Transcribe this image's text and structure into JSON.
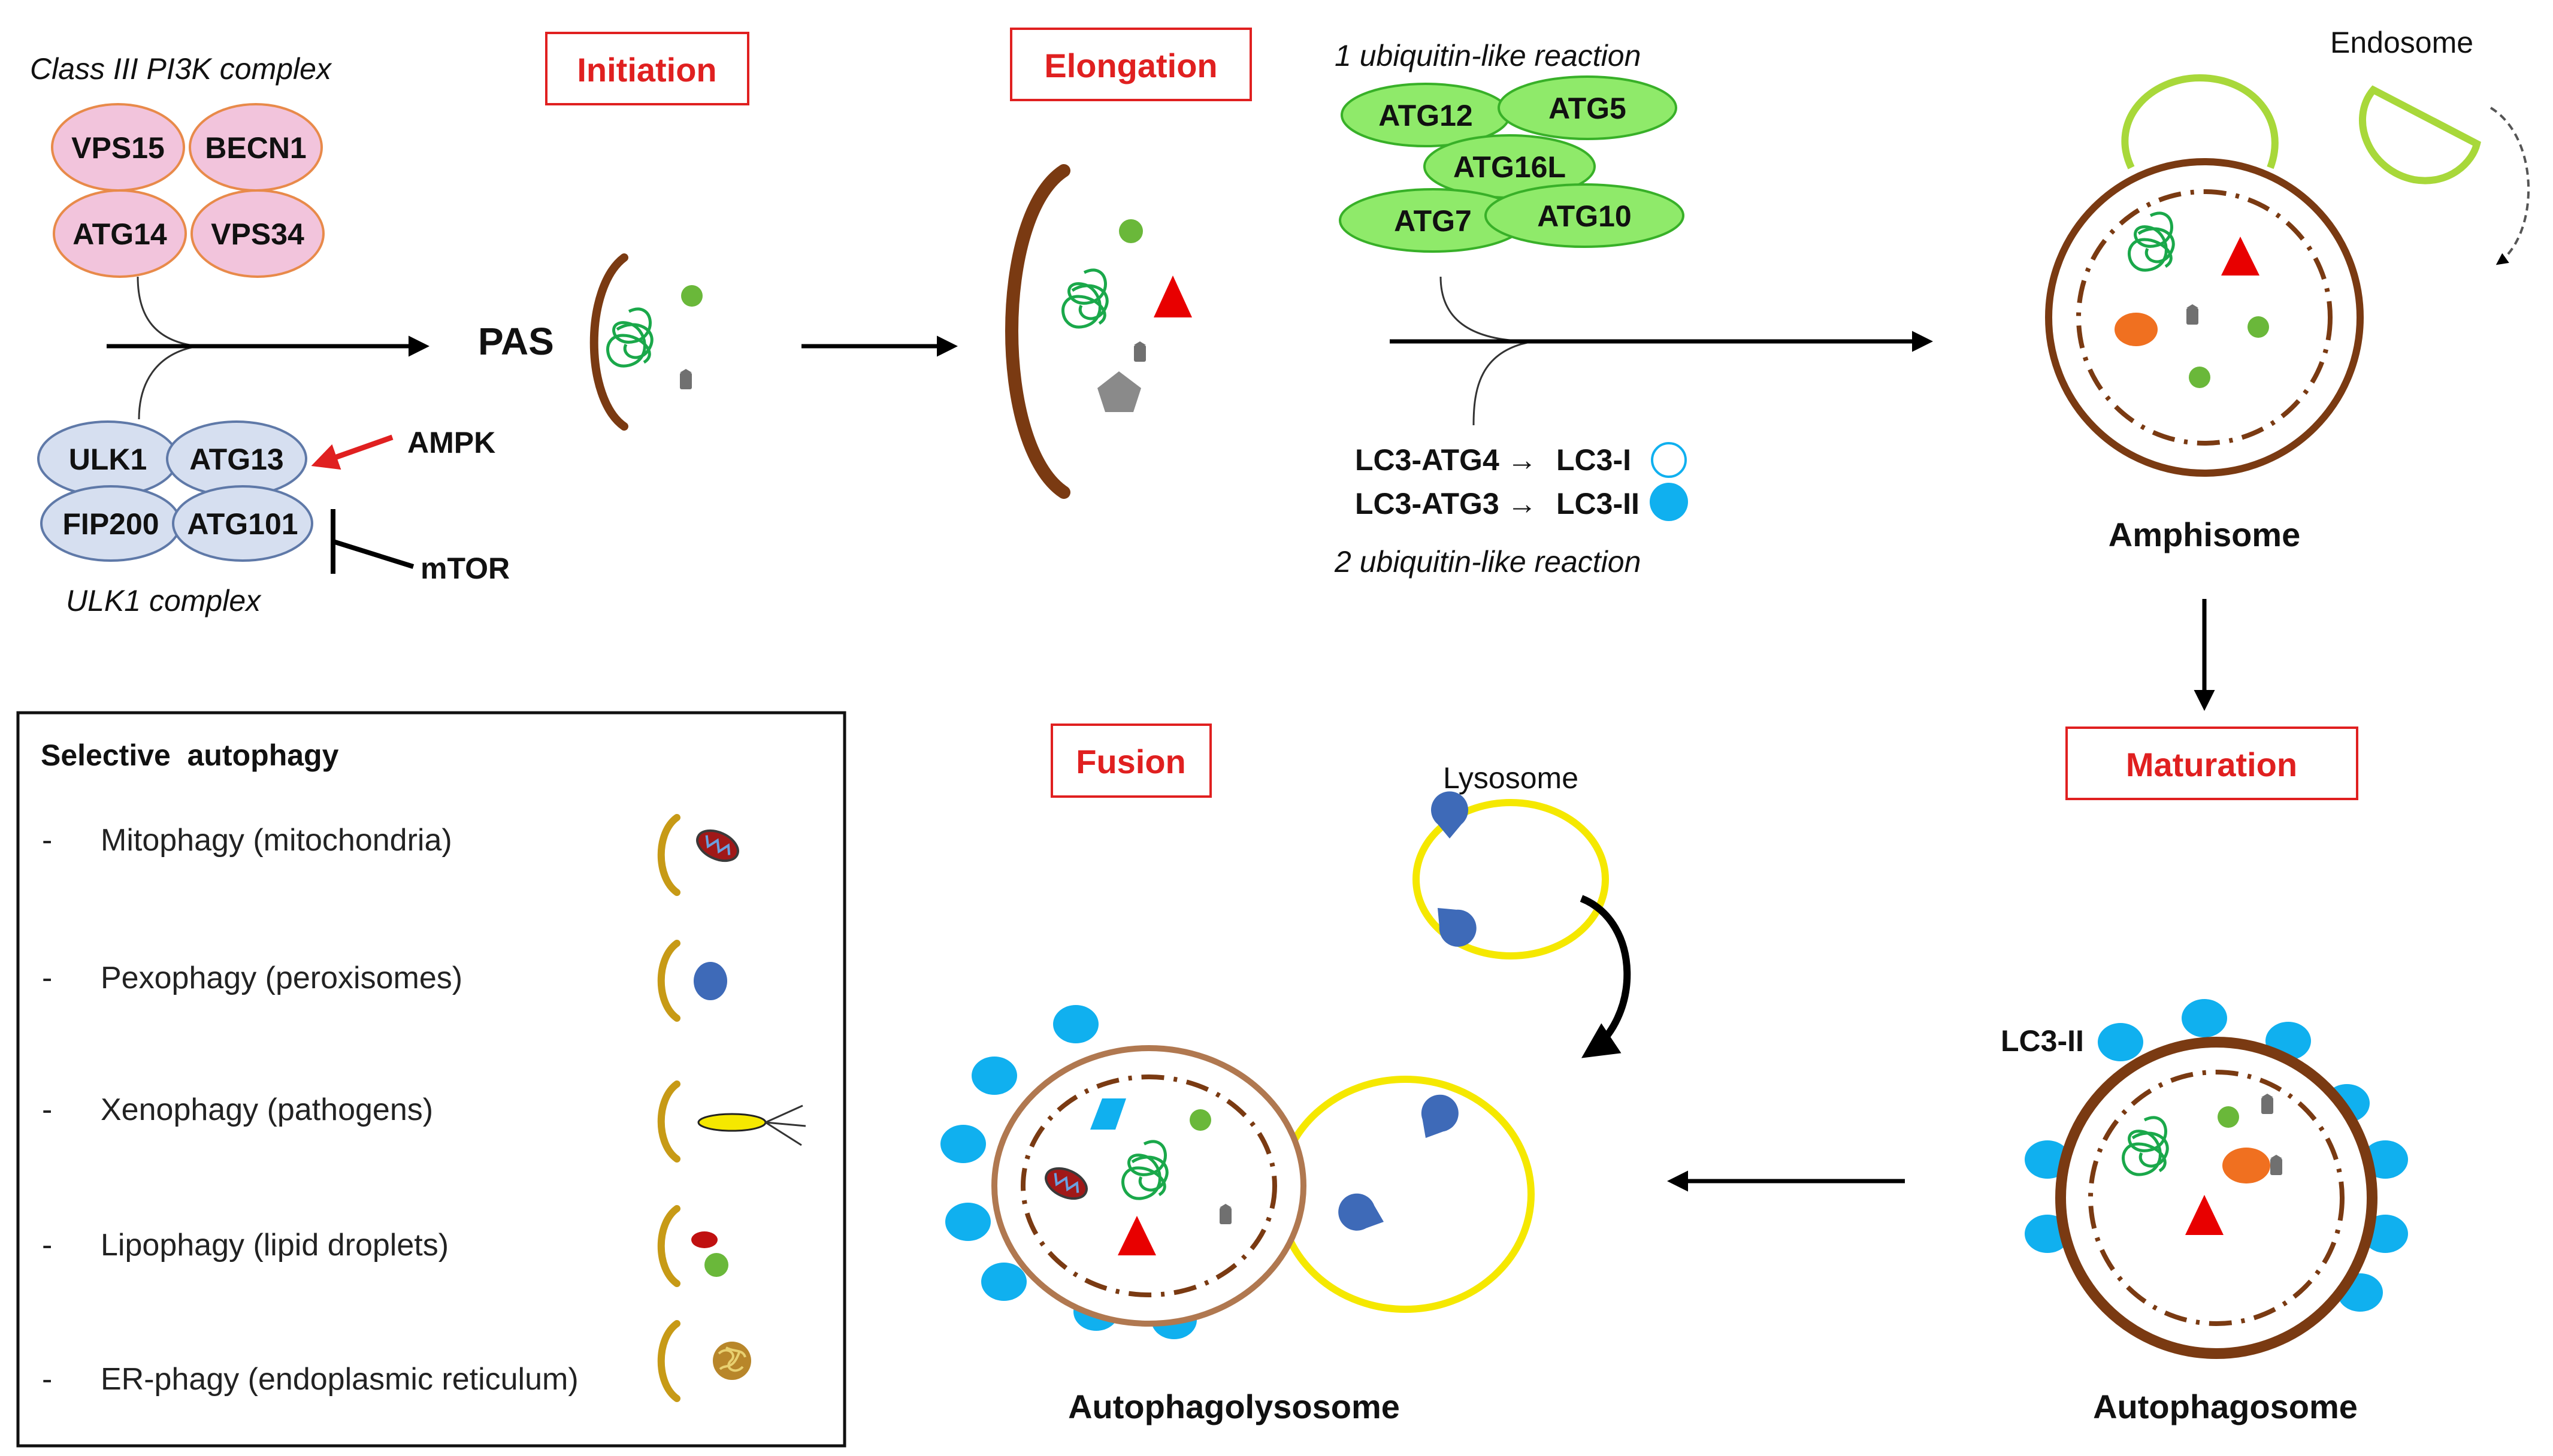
{
  "stages": {
    "initiation": "Initiation",
    "elongation": "Elongation",
    "maturation": "Maturation",
    "fusion": "Fusion"
  },
  "pi3k": {
    "title": "Class III PI3K complex",
    "proteins": [
      "VPS15",
      "BECN1",
      "ATG14",
      "VPS34"
    ]
  },
  "ulk1": {
    "title": "ULK1 complex",
    "proteins": [
      "ULK1",
      "ATG13",
      "FIP200",
      "ATG101"
    ]
  },
  "regulators": {
    "ampk": "AMPK",
    "mtor": "mTOR"
  },
  "pas": "PAS",
  "ubiquitin": {
    "reaction1": "1 ubiquitin-like reaction",
    "reaction2": "2 ubiquitin-like reaction",
    "proteins": [
      "ATG12",
      "ATG5",
      "ATG16L",
      "ATG7",
      "ATG10"
    ],
    "lc3_lines": [
      {
        "left": "LC3-ATG4",
        "arrow": "→",
        "right": "LC3-I"
      },
      {
        "left": "LC3-ATG3",
        "arrow": "→",
        "right": "LC3-II"
      }
    ]
  },
  "labels": {
    "endosome": "Endosome",
    "amphisome": "Amphisome",
    "lysosome": "Lysosome",
    "lc3_ii": "LC3-II",
    "autophagosome": "Autophagosome",
    "autophagolysosome": "Autophagolysosome"
  },
  "selective": {
    "title": "Selective  autophagy",
    "items": [
      {
        "dash": "-",
        "label": "Mitophagy (mitochondria)"
      },
      {
        "dash": "-",
        "label": "Pexophagy (peroxisomes)"
      },
      {
        "dash": "-",
        "label": "Xenophagy (pathogens)"
      },
      {
        "dash": "-",
        "label": "Lipophagy (lipid droplets)"
      },
      {
        "dash": "-",
        "label": "ER-phagy (endoplasmic reticulum)"
      }
    ]
  },
  "colors": {
    "stage_red": "#e02020",
    "pink_fill": "#f2c4dc",
    "pink_stroke": "#e88a4a",
    "blue_fill": "#d6dff0",
    "blue_stroke": "#5f79a8",
    "green_fill": "#8fea6a",
    "green_stroke": "#38b028",
    "membrane_brown": "#7a3a12",
    "lc3_blue": "#10b0ef",
    "lysosome_yellow": "#f5e800",
    "enzyme_blue": "#3e6ab8"
  }
}
